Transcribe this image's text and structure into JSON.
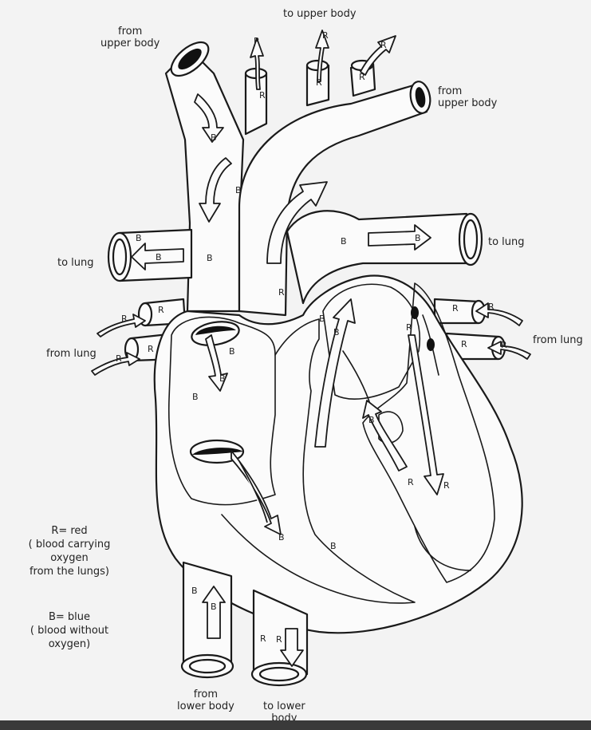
{
  "labels": {
    "to_upper_body": "to upper body",
    "from_upper_body_left_1": "from",
    "from_upper_body_left_2": "upper body",
    "from_upper_body_right_1": "from",
    "from_upper_body_right_2": "upper body",
    "to_lung_left": "to lung",
    "to_lung_right": "to lung",
    "from_lung_left": "from lung",
    "from_lung_right": "from lung",
    "from_lower_body_1": "from",
    "from_lower_body_2": "lower body",
    "to_lower_body_1": "to lower",
    "to_lower_body_2": "body"
  },
  "legend": {
    "red_1": "R= red",
    "red_2": "( blood carrying",
    "red_3": "oxygen",
    "red_4": "from the lungs)",
    "blue_1": "B= blue",
    "blue_2": "( blood without",
    "blue_3": "oxygen)"
  },
  "markers": {
    "r": "R",
    "b": "B"
  }
}
